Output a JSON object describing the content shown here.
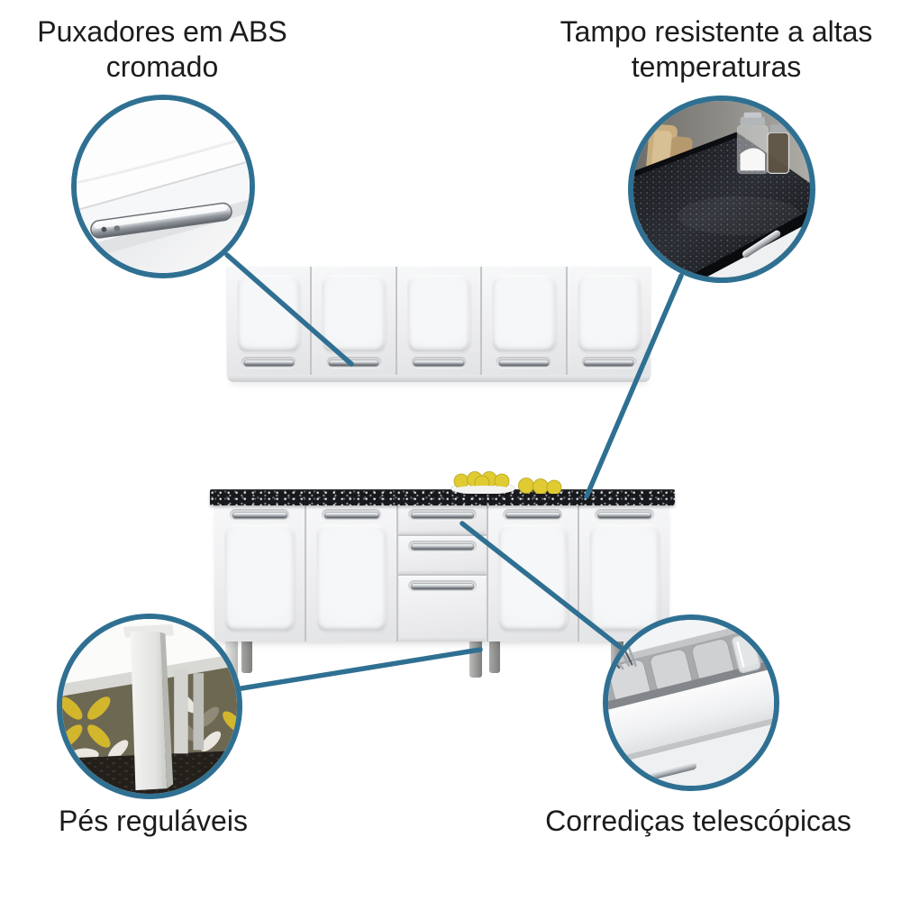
{
  "background_color": "#ffffff",
  "text_color": "#1c1c1c",
  "accent_color": "#2f7092",
  "features": [
    {
      "id": "handles",
      "label": "Puxadores em ABS cromado",
      "callout": "chrome-handle-closeup"
    },
    {
      "id": "countertop",
      "label": "Tampo resistente a altas temperaturas",
      "callout": "granite-countertop-closeup"
    },
    {
      "id": "feet",
      "label": "Pés reguláveis",
      "callout": "adjustable-feet-closeup"
    },
    {
      "id": "slides",
      "label": "Corrediças telescópicas",
      "callout": "cutlery-drawer-closeup"
    }
  ],
  "product": {
    "wall_cabinet_doors": 5,
    "base_cabinet_doors": 4,
    "base_cabinet_drawers": 3,
    "visible_legs": 6,
    "cabinet_color": "#f2f3f4",
    "countertop_color": "#17191d",
    "lemon_color": "#e0cb32",
    "countertop_decor": "plate with lemons"
  }
}
